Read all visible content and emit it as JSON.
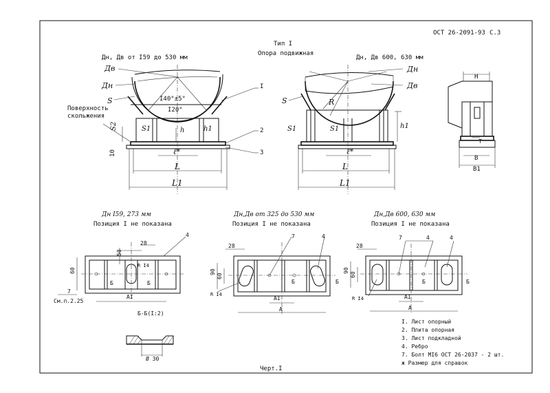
{
  "header": {
    "doc_code": "ОСТ 26-2091-93",
    "page": "С.3",
    "type_label": "Тип I",
    "subtitle": "Опора подвижная"
  },
  "views": {
    "left": {
      "title": "Дн, Дв от I59 до 530 мм",
      "angle_outer": "I40°±5°",
      "angle_inner": "I20°",
      "label_dv": "Дв",
      "label_dn": "Дн",
      "label_s": "S",
      "label_s1": "S1",
      "label_s2": "S2",
      "label_h": "h",
      "label_h1": "h1",
      "label_l": "ℓ*",
      "label_L": "L",
      "label_L1": "L1",
      "label_10": "10"
    },
    "mid": {
      "title": "Дн, Дв 600, 630 мм",
      "label_dn": "Дн",
      "label_dv": "Дв",
      "label_s": "S",
      "label_r": "R",
      "label_s1a": "S1",
      "label_s1b": "S1",
      "label_h1": "h1",
      "label_l": "ℓ*",
      "label_L": "L",
      "label_L1": "L1"
    },
    "side": {
      "label_h": "H",
      "label_t": "T",
      "label_b": "B",
      "label_b1": "B1"
    }
  },
  "surface_label": {
    "line1": "Поверхность",
    "line2": "скольжения"
  },
  "callouts": {
    "c1": "I",
    "c2": "2",
    "c3": "3"
  },
  "plans": {
    "p1": {
      "title": "Дн I59, 273 мм",
      "note": "Позиция I не показана",
      "dim_28": "28",
      "dim_50": "50",
      "dim_60": "60",
      "r14": "R I4",
      "callout_4": "4",
      "section_b": "Б",
      "dim_a1": "AI",
      "ref_7": "7",
      "see": "См.п.2.25",
      "section_title": "Б-Б(I:2)"
    },
    "p2": {
      "title": "Дн,Дв от 325 до 530 мм",
      "note": "Позиция I не показана",
      "dim_28": "28",
      "dim_90": "90",
      "dim_60": "60",
      "r14": "R I4",
      "callout_7": "7",
      "callout_4": "4",
      "section_b": "Б",
      "dim_a1": "AI",
      "dim_a": "A"
    },
    "p3": {
      "title": "Дн,Дв 600, 630 мм",
      "note": "Позиция I не показана",
      "dim_28": "28",
      "dim_90": "90",
      "dim_60": "60",
      "r14": "R I4",
      "callout_7": "7",
      "callout_4a": "4",
      "callout_4b": "4",
      "section_b": "Б",
      "dim_a1": "AI",
      "dim_a": "A"
    }
  },
  "section": {
    "diameter": "Ø 30"
  },
  "legend": [
    "I. Лист опорный",
    "2. Плита опорная",
    "3. Лист подкладной",
    "4. Ребро",
    "7. Болт МI6  ОСТ 26-2037  - 2 шт.",
    "ж  Размер для справок"
  ],
  "footer": {
    "drawing_no": "Черт.I"
  }
}
